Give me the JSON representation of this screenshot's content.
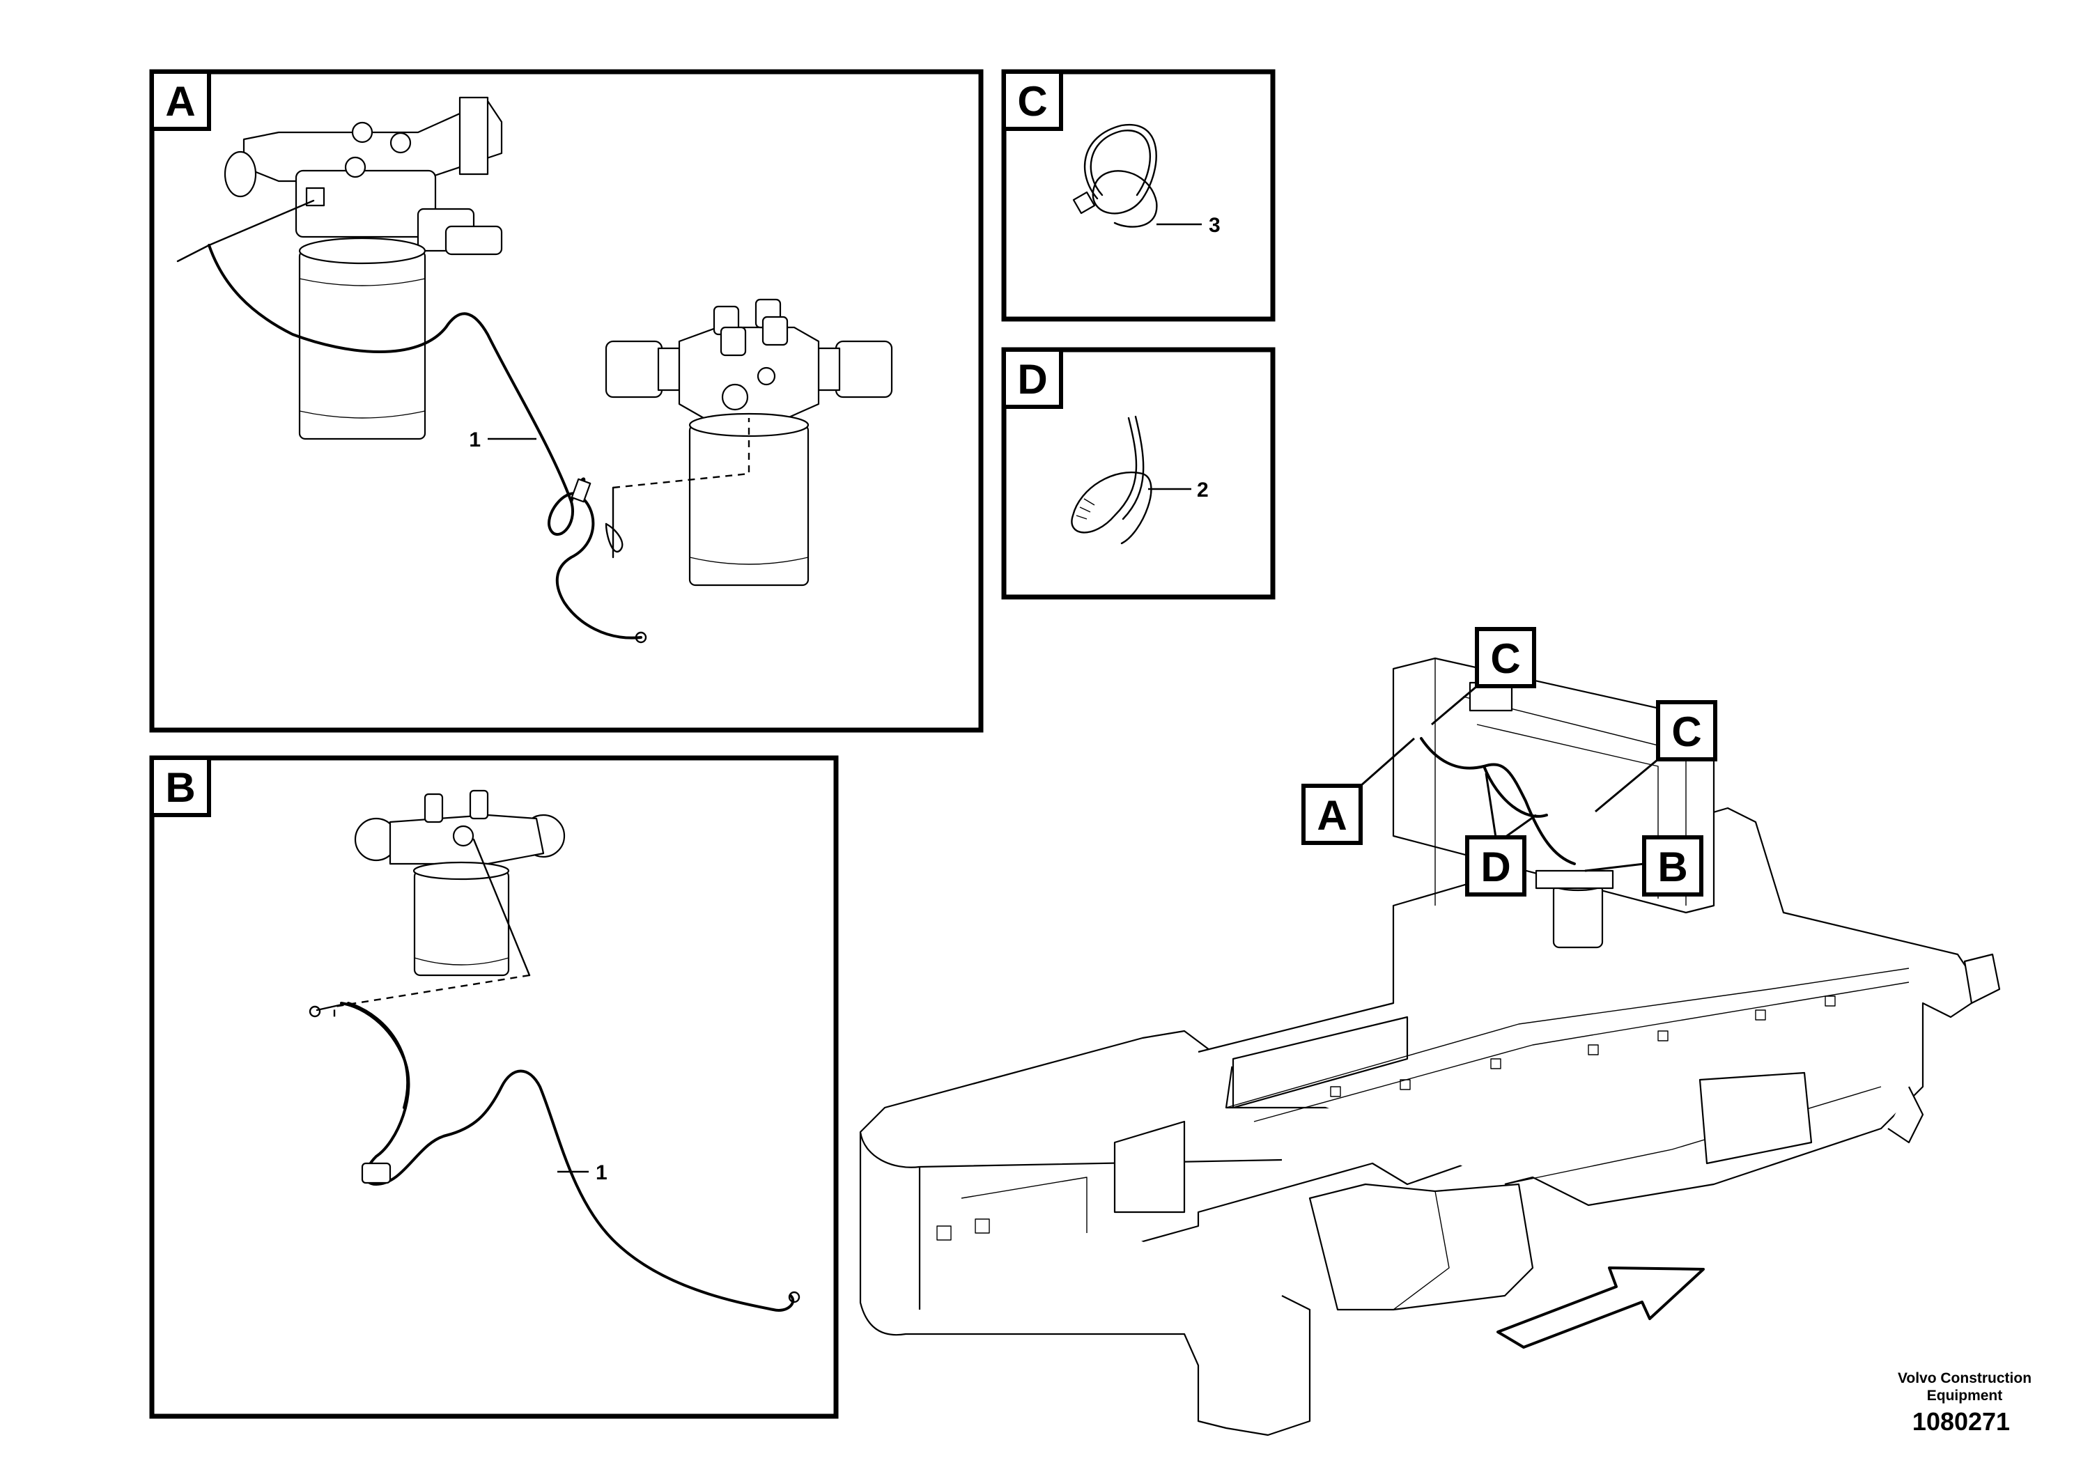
{
  "panels": {
    "A": {
      "label": "A",
      "parts": [
        {
          "number": "1"
        }
      ]
    },
    "B": {
      "label": "B",
      "parts": [
        {
          "number": "1"
        }
      ]
    },
    "C": {
      "label": "C",
      "parts": [
        {
          "number": "3"
        }
      ]
    },
    "D": {
      "label": "D",
      "parts": [
        {
          "number": "2"
        }
      ]
    }
  },
  "overview_callouts": [
    "C",
    "C",
    "A",
    "D",
    "B"
  ],
  "footer": {
    "company_line1": "Volvo Construction",
    "company_line2": "Equipment",
    "drawing_number": "1080271"
  }
}
